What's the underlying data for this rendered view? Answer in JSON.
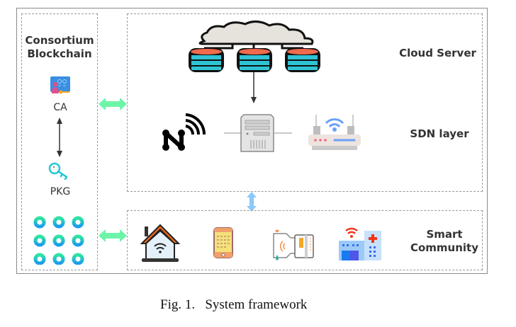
{
  "figure": {
    "caption": "Fig. 1.   System framework"
  },
  "blockchain_panel": {
    "title_line1": "Consortium",
    "title_line2": "Blockchain",
    "nodes": [
      {
        "label": "CA",
        "icon": "certificate-authority-icon"
      },
      {
        "label": "PKG",
        "icon": "key-icon"
      }
    ],
    "chain_icon": "blockchain-network-icon"
  },
  "cloud_layer": {
    "label": "Cloud Server",
    "icons": [
      "cloud-icon",
      "database-icon",
      "database-icon",
      "database-icon"
    ]
  },
  "sdn_layer": {
    "label": "SDN layer",
    "icons": [
      "sdn-controller-icon",
      "server-icon",
      "router-icon"
    ]
  },
  "community_layer": {
    "label_line1": "Smart",
    "label_line2": "Community",
    "icons": [
      "smart-home-icon",
      "smartphone-icon",
      "smart-card-icon",
      "hospital-icon"
    ]
  },
  "colors": {
    "green_arrow": "#6cf5a8",
    "blue_arrow": "#8cc8f8",
    "db_top": "#f06a4c",
    "db_body": "#2ec4d6",
    "chain_green": "#2ee6a0",
    "chain_blue": "#1a9cf0"
  }
}
